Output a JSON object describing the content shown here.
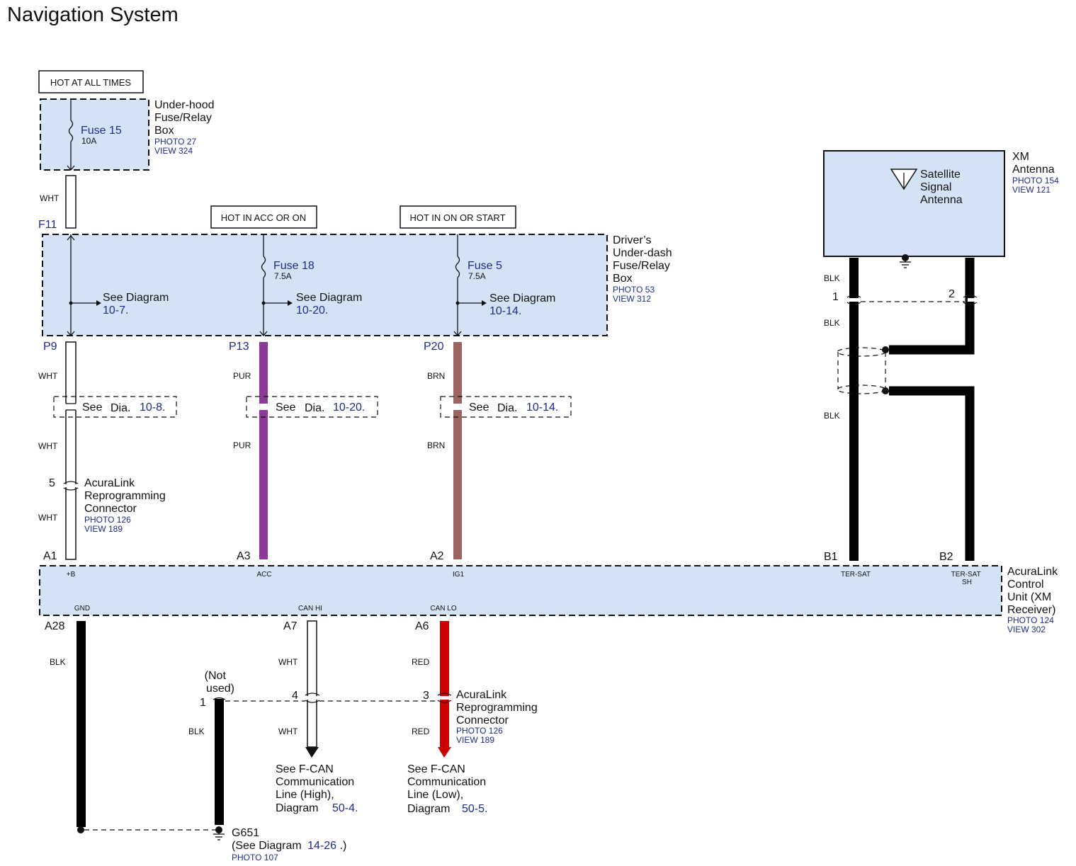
{
  "title": "Navigation System",
  "colors": {
    "box_fill": "#d3e3f5",
    "link": "#1f2a8c",
    "wire_wht": "#ffffff",
    "wire_pur": "#8b3a98",
    "wire_brn": "#9a6560",
    "wire_red": "#cc0000",
    "wire_blk": "#000000"
  },
  "hot_labels": {
    "all_times": "HOT AT ALL TIMES",
    "acc_on": "HOT IN ACC OR ON",
    "on_start": "HOT IN ON OR START"
  },
  "underhood_box": {
    "name_lines": [
      "Under-hood",
      "Fuse/Relay",
      "Box"
    ],
    "photo": "PHOTO 27",
    "view": "VIEW 324",
    "fuse_name": "Fuse 15",
    "fuse_rating": "10A"
  },
  "underdash_box": {
    "name_lines": [
      "Driver’s",
      "Under-dash",
      "Fuse/Relay",
      "Box"
    ],
    "photo": "PHOTO 53",
    "view": "VIEW 312",
    "fuse18_name": "Fuse 18",
    "fuse18_rating": "7.5A",
    "fuse5_name": "Fuse 5",
    "fuse5_rating": "7.5A"
  },
  "see_diagram_text": "See Diagram",
  "see_dia_text": "See",
  "dia_text": "Dia.",
  "see_diagram_refs": {
    "ref_10_7": "10-7.",
    "ref_10_20": "10-20.",
    "ref_10_14": "10-14.",
    "ref_10_8": "10-8.",
    "ref_10_20b": "10-20.",
    "ref_10_14b": "10-14."
  },
  "terminals": {
    "f11": "F11",
    "p9": "P9",
    "p13": "P13",
    "p20": "P20",
    "a1": "A1",
    "a3": "A3",
    "a2": "A2",
    "b1": "B1",
    "b2": "B2",
    "a28": "A28",
    "a7": "A7",
    "a6": "A6"
  },
  "wire_colors": {
    "wht": "WHT",
    "pur": "PUR",
    "brn": "BRN",
    "blk": "BLK",
    "red": "RED"
  },
  "reprog_connector_top": {
    "pin": "5",
    "name_lines": [
      "AcuraLink",
      "Reprogramming",
      "Connector"
    ],
    "photo": "PHOTO 126",
    "view": "VIEW 189"
  },
  "reprog_connector_bottom": {
    "pin1": "1",
    "pin4": "4",
    "pin3": "3",
    "not_used_lines": [
      "(Not",
      "used)"
    ],
    "name_lines": [
      "AcuraLink",
      "Reprogramming",
      "Connector"
    ],
    "photo": "PHOTO 126",
    "view": "VIEW 189"
  },
  "control_unit": {
    "name_lines": [
      "AcuraLink",
      "Control",
      "Unit (XM",
      "Receiver)"
    ],
    "photo": "PHOTO 124",
    "view": "VIEW 302",
    "pin_b": "+B",
    "pin_acc": "ACC",
    "pin_ig1": "IG1",
    "pin_tersat": "TER-SAT",
    "pin_tersatsh_1": "TER-SAT",
    "pin_tersatsh_2": "SH",
    "pin_gnd": "GND",
    "pin_canhi": "CAN HI",
    "pin_canlo": "CAN LO"
  },
  "xm_antenna": {
    "name_lines": [
      "XM",
      "Antenna"
    ],
    "photo": "PHOTO 154",
    "view": "VIEW 121",
    "inner_lines": [
      "Satellite",
      "Signal",
      "Antenna"
    ],
    "pin1": "1",
    "pin2": "2"
  },
  "fcan_high": {
    "lines": [
      "See F-CAN",
      "Communication",
      "Line (High),"
    ],
    "diagram_word": "Diagram",
    "ref": "50-4."
  },
  "fcan_low": {
    "lines": [
      "See F-CAN",
      "Communication",
      "Line (Low),"
    ],
    "diagram_word": "Diagram",
    "ref": "50-5."
  },
  "ground": {
    "name": "G651",
    "see_prefix": "(See Diagram",
    "ref": "14-26",
    "suffix": ".)",
    "photo": "PHOTO 107"
  }
}
